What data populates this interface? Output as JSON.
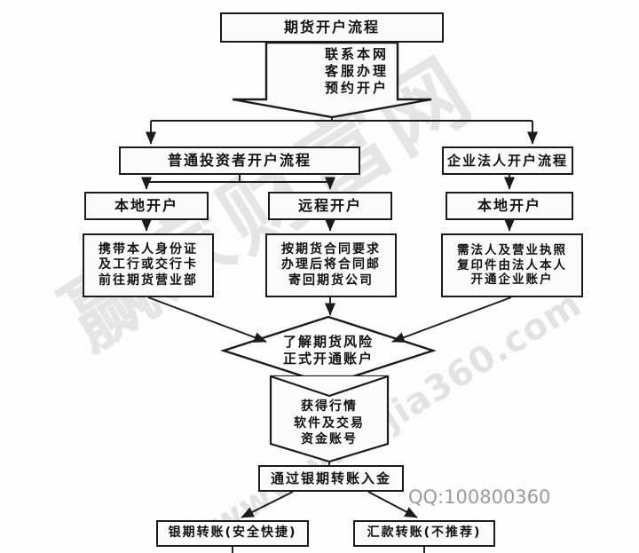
{
  "diagram": {
    "title": "期货开户流程",
    "type": "flowchart",
    "nodes": {
      "title_box": {
        "label": "期货开户流程",
        "shape": "rectangle"
      },
      "big_arrow": {
        "lines": [
          "联系本网",
          "客服办理",
          "预约开户"
        ],
        "shape": "down-block-arrow"
      },
      "retail_flow": {
        "label": "普通投资者开户流程",
        "shape": "rectangle"
      },
      "corporate_flow": {
        "label": "企业法人开户流程",
        "shape": "rectangle"
      },
      "local_open_1": {
        "label": "本地开户",
        "shape": "rectangle"
      },
      "remote_open": {
        "label": "远程开户",
        "shape": "rectangle"
      },
      "local_open_2": {
        "label": "本地开户",
        "shape": "rectangle"
      },
      "step_local_retail": {
        "lines": [
          "携带本人身份证",
          "及工行或交行卡",
          "前往期货营业部"
        ],
        "shape": "rectangle"
      },
      "step_remote_retail": {
        "lines": [
          "按期货合同要求",
          "办理后将合同邮",
          "寄回期货公司"
        ],
        "shape": "rectangle"
      },
      "step_corporate": {
        "lines": [
          "需法人及营业执照",
          "复印件由法人本人",
          "开通企业账户"
        ],
        "shape": "rectangle"
      },
      "risk_diamond": {
        "lines": [
          "了解期货风险",
          "正式开通账户"
        ],
        "shape": "diamond"
      },
      "software_account": {
        "lines": [
          "获得行情",
          "软件及交易",
          "资金账号"
        ],
        "shape": "chevron-pentagon"
      },
      "deposit": {
        "label": "通过银期转账入金",
        "shape": "rectangle"
      },
      "bank_transfer": {
        "label": "银期转账(安全快捷)",
        "shape": "rectangle"
      },
      "wire_transfer": {
        "label": "汇款转账(不推荐)",
        "shape": "rectangle"
      }
    },
    "annotations": {
      "qq": "QQ:100800360"
    },
    "watermark": {
      "brand": "赢家财富网",
      "url": "www.yingjia360.com"
    },
    "colors": {
      "line": "#1b1b1b",
      "box_fill": "#fbfbfb",
      "text": "#111111",
      "qq_text": "#9b9b9b",
      "background": "#fdfdfd"
    }
  }
}
